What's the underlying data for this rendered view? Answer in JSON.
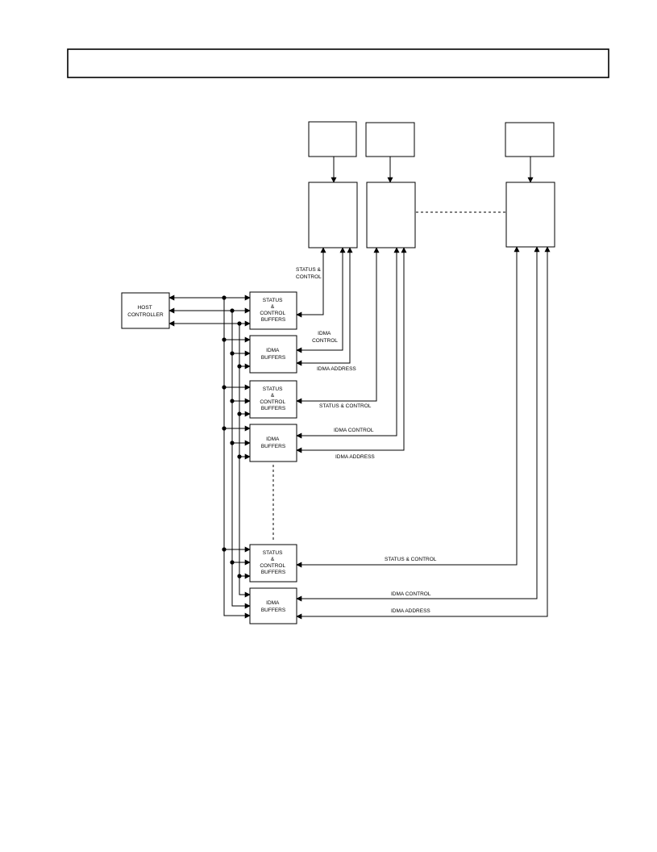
{
  "header_box_text": "",
  "host_controller": [
    "HOST",
    "CONTROLLER"
  ],
  "buffers": {
    "status_control": [
      "STATUS",
      "&",
      "CONTROL",
      "BUFFERS"
    ],
    "idma": [
      "IDMA",
      "BUFFERS"
    ]
  },
  "signal_labels": {
    "status_control_1": [
      "STATUS &",
      "CONTROL"
    ],
    "idma_control_1": [
      "IDMA",
      "CONTROL"
    ],
    "idma_address_1": "IDMA ADDRESS",
    "status_control_2": "STATUS & CONTROL",
    "idma_control_2": "IDMA CONTROL",
    "idma_address_2": "IDMA ADDRESS",
    "status_control_3": "STATUS & CONTROL",
    "idma_control_3": "IDMA CONTROL",
    "idma_address_3": "IDMA ADDRESS"
  }
}
